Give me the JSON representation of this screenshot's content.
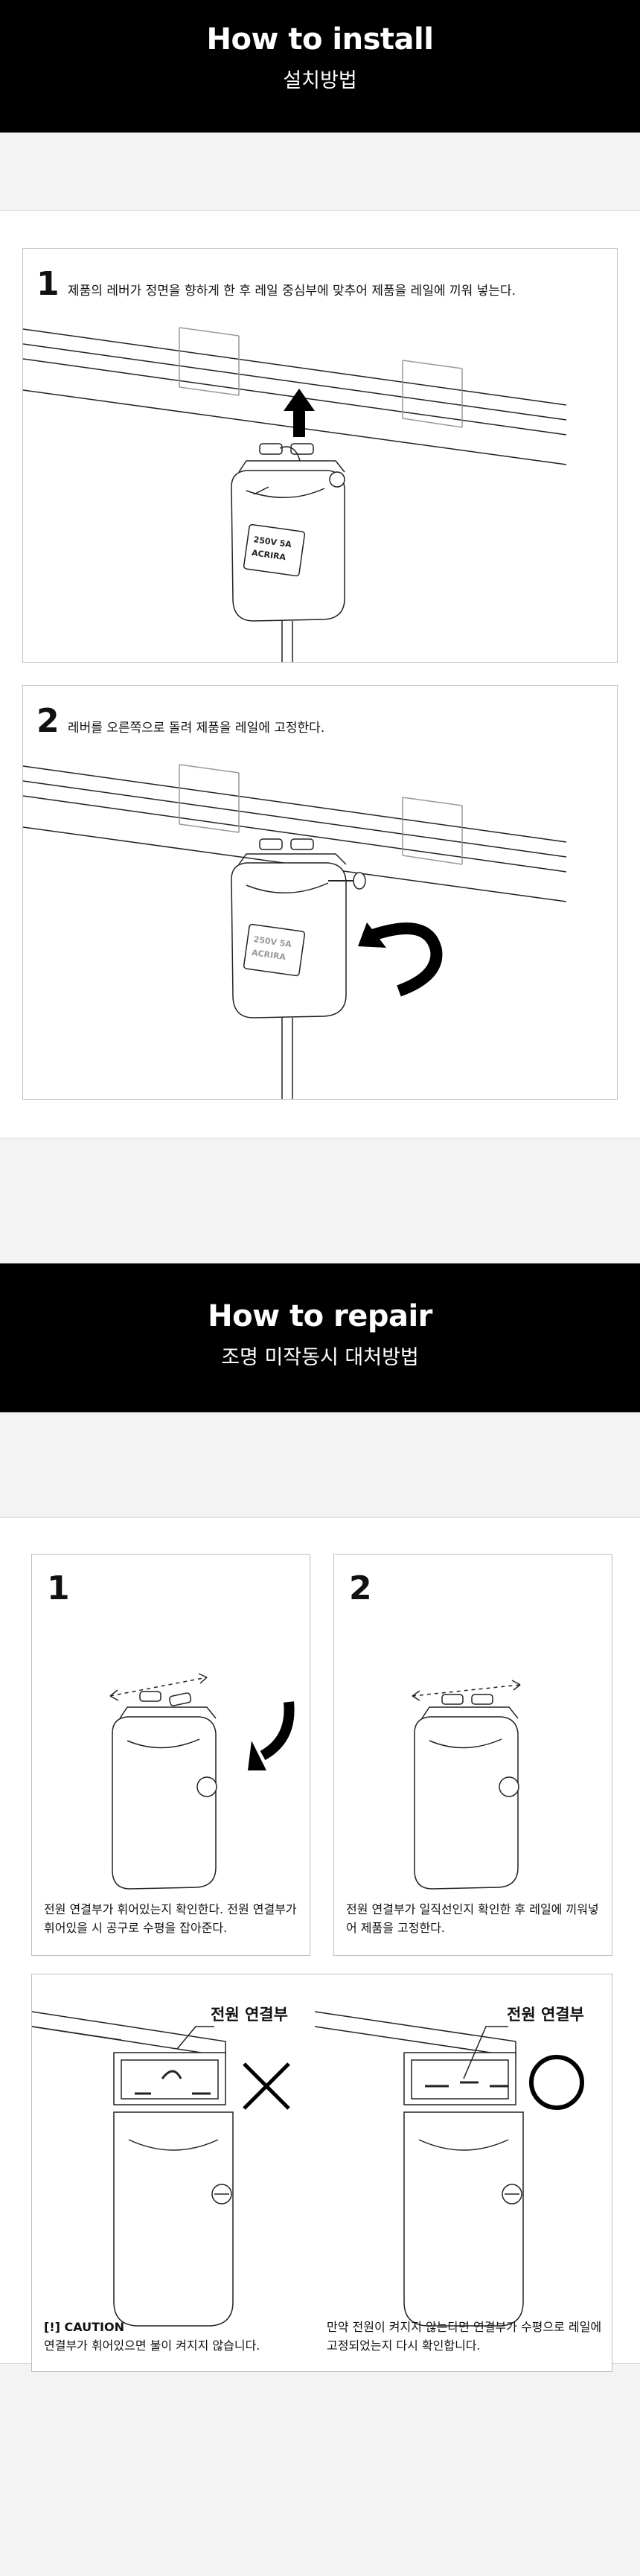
{
  "install": {
    "title_en": "How to install",
    "title_ko": "설치방법",
    "steps": [
      {
        "number": "1",
        "text": "제품의 레버가 정면을 향하게 한 후 레일 중심부에 맞추어 제품을 레일에 끼워 넣는다."
      },
      {
        "number": "2",
        "text": "레버를 오른쪽으로 돌려 제품을 레일에 고정한다."
      }
    ],
    "product_label_lines": [
      "250V 5A",
      "ACRIRA"
    ]
  },
  "repair": {
    "title_en": "How to repair",
    "title_ko": "조명 미작동시 대처방법",
    "steps": [
      {
        "number": "1",
        "caption": "전원 연결부가 휘어있는지 확인한다. 전원 연결부가 휘어있을 시 공구로 수평을 잡아준다."
      },
      {
        "number": "2",
        "caption": "전원 연결부가 일직선인지 확인한 후 레일에 끼워넣어 제품을 고정한다."
      }
    ],
    "compare": {
      "label": "전원 연결부",
      "wrong_mark": "✕",
      "right_mark": "○",
      "caution_title": "[!] CAUTION",
      "caution_text": "연결부가 휘어있으면 불이 켜지지 않습니다.",
      "right_text": "만약 전원이 켜지지 않는다면 연결부가 수평으로 레일에 고정되었는지 다시 확인합니다."
    }
  },
  "colors": {
    "band": "#000000",
    "page": "#f3f3f3",
    "card_border": "#bdbdbd",
    "line": "#222222"
  }
}
